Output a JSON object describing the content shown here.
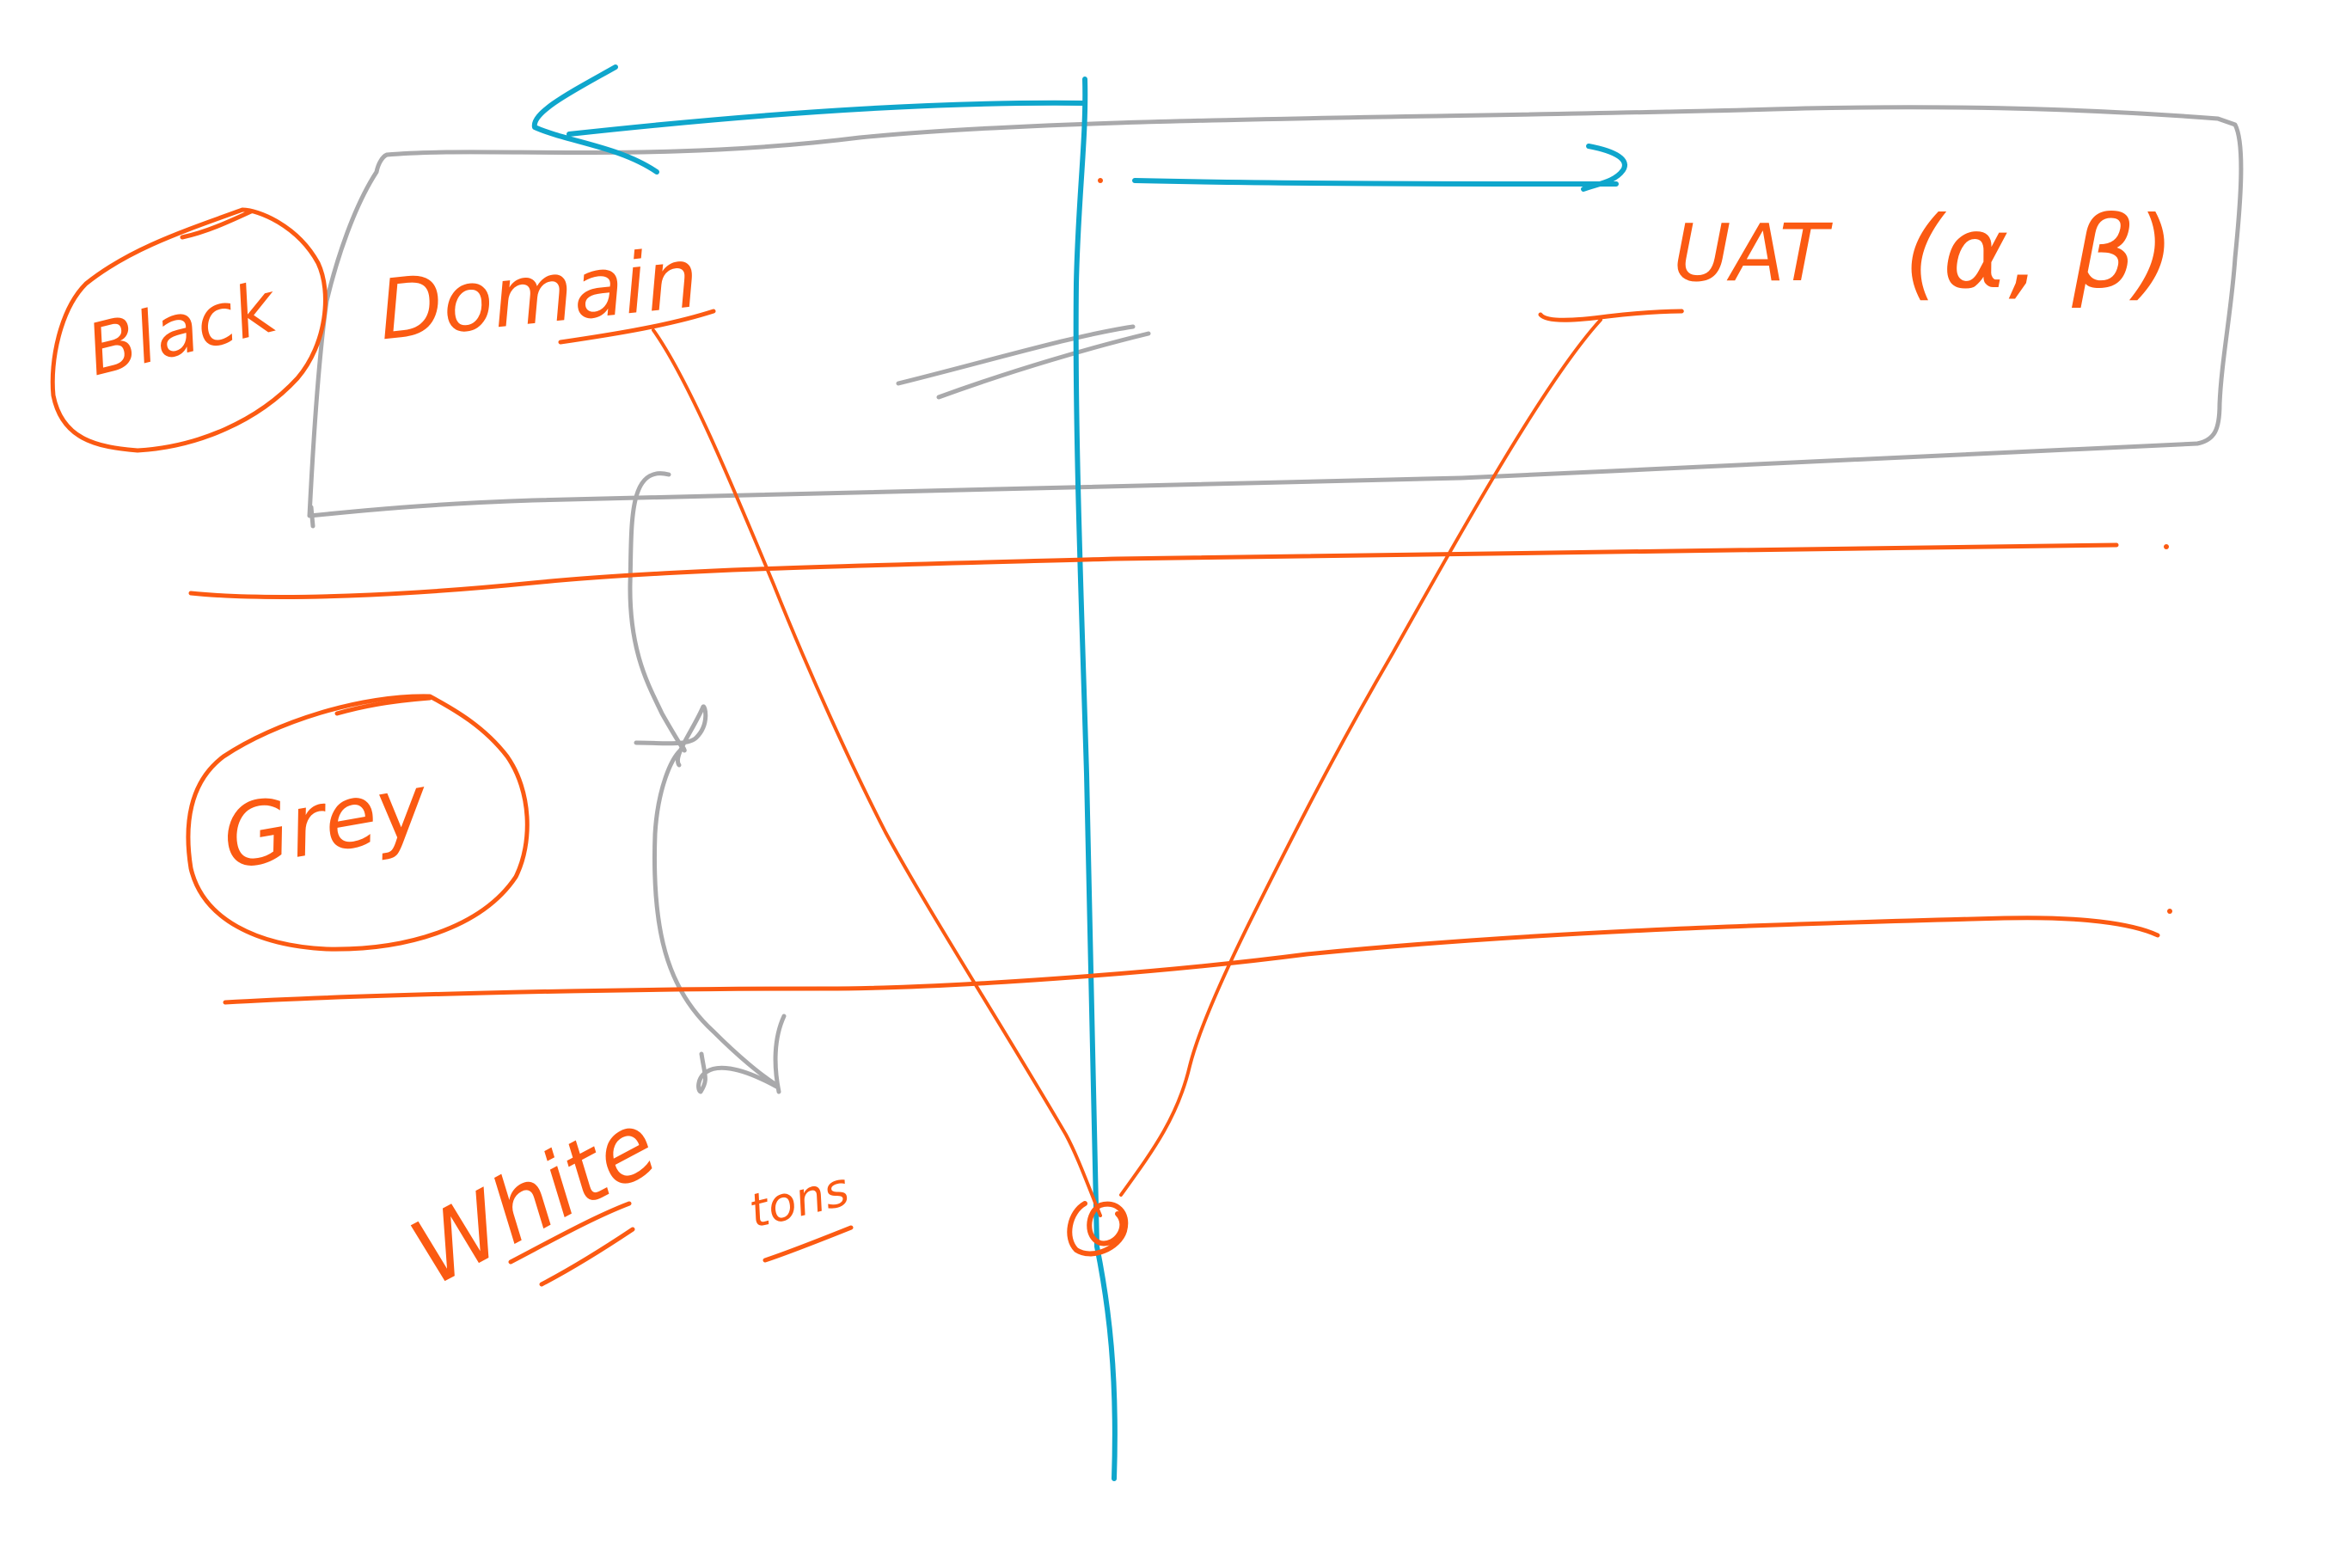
{
  "colors": {
    "orange": "#fb5a12",
    "blue": "#0fa6cc",
    "grey": "#a9a9ab",
    "background": "#ffffff"
  },
  "labels": {
    "black_circle": "Black",
    "grey_circle": "Grey",
    "white": "White",
    "domain": "Domain",
    "uat": "UAT",
    "uat_params": "(α, β)",
    "tons": "tons"
  }
}
